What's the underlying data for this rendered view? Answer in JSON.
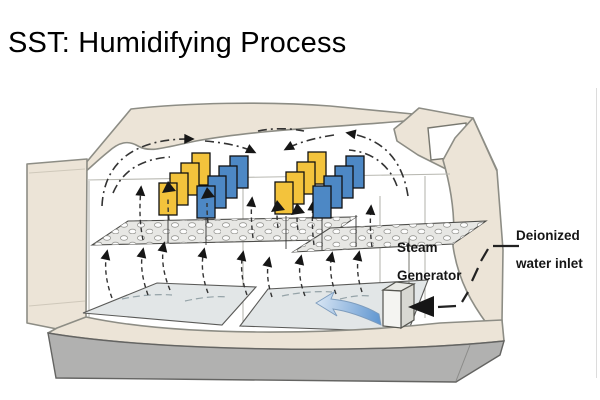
{
  "title": "SST: Humidifying Process",
  "diagram": {
    "labels": {
      "steam_line1": "Steam",
      "steam_line2": "Generator",
      "inlet_line1": "Deionized",
      "inlet_line2": "water inlet"
    },
    "colors": {
      "specimen_yellow": "#f3c33c",
      "specimen_blue": "#4d88c5",
      "shell_beige": "#ece4d7",
      "shell_outline": "#8d8d85",
      "base_gray": "#b1b1b0",
      "shelf_gray": "#e7e7e4",
      "basin_gray": "#e2e6e7",
      "steam_arrow_light": "#d9e6f4",
      "steam_arrow_dark": "#5e95d0",
      "flow_black": "#161616"
    }
  }
}
